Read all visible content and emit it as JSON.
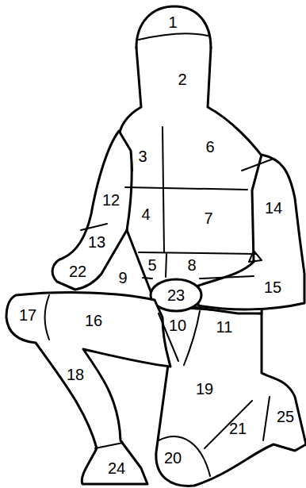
{
  "diagram": {
    "labels": [
      "1",
      "2",
      "3",
      "6",
      "12",
      "4",
      "7",
      "14",
      "13",
      "22",
      "5",
      "8",
      "15",
      "9",
      "23",
      "17",
      "16",
      "10",
      "11",
      "18",
      "19",
      "21",
      "25",
      "20",
      "24"
    ]
  }
}
